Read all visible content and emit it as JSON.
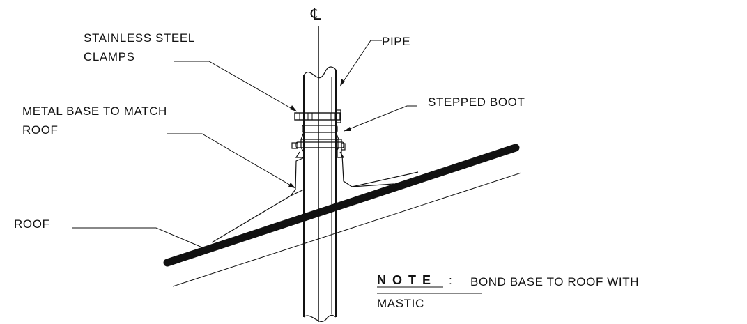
{
  "labels": {
    "centerline": "℄",
    "pipe": "PIPE",
    "clamps_line1": "STAINLESS STEEL",
    "clamps_line2": "CLAMPS",
    "stepped_boot": "STEPPED BOOT",
    "metal_base_line1": "METAL BASE TO MATCH",
    "metal_base_line2": "ROOF",
    "roof": "ROOF"
  },
  "note": {
    "heading": "NOTE",
    "colon": ":",
    "text_line1": "BOND BASE TO ROOF WITH",
    "text_line2": "MASTIC"
  }
}
